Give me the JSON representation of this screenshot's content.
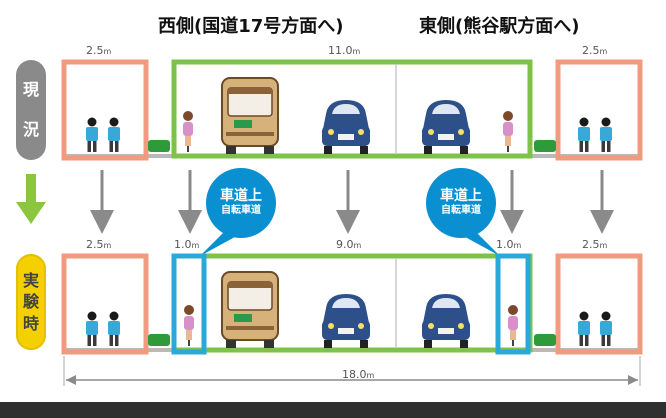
{
  "titles": {
    "west": "西側(国道17号方面へ)",
    "east": "東側(熊谷駅方面へ)"
  },
  "labels": {
    "current": [
      "現",
      "況"
    ],
    "experiment": [
      "実",
      "験",
      "時"
    ]
  },
  "dimensions": {
    "top_left": {
      "num": "2.5",
      "unit": "m"
    },
    "top_center": {
      "num": "11.0",
      "unit": "m"
    },
    "top_right": {
      "num": "2.5",
      "unit": "m"
    },
    "bot_left": {
      "num": "2.5",
      "unit": "m"
    },
    "bot_lane_left": {
      "num": "1.0",
      "unit": "m"
    },
    "bot_center": {
      "num": "9.0",
      "unit": "m"
    },
    "bot_lane_right": {
      "num": "1.0",
      "unit": "m"
    },
    "bot_right": {
      "num": "2.5",
      "unit": "m"
    },
    "total": {
      "num": "18.0",
      "unit": "m"
    }
  },
  "bubbles": {
    "left": {
      "line1": "車道上",
      "line2": "自転車道"
    },
    "right": {
      "line1": "車道上",
      "line2": "自転車道"
    }
  },
  "colors": {
    "sidewalk": "#f09a7e",
    "roadway": "#7ec24a",
    "bike_lane": "#2aa9d8",
    "bubble": "#0a8fd0",
    "arrow_green": "#8cc63e",
    "arrow_gray": "#a0a0a0"
  }
}
